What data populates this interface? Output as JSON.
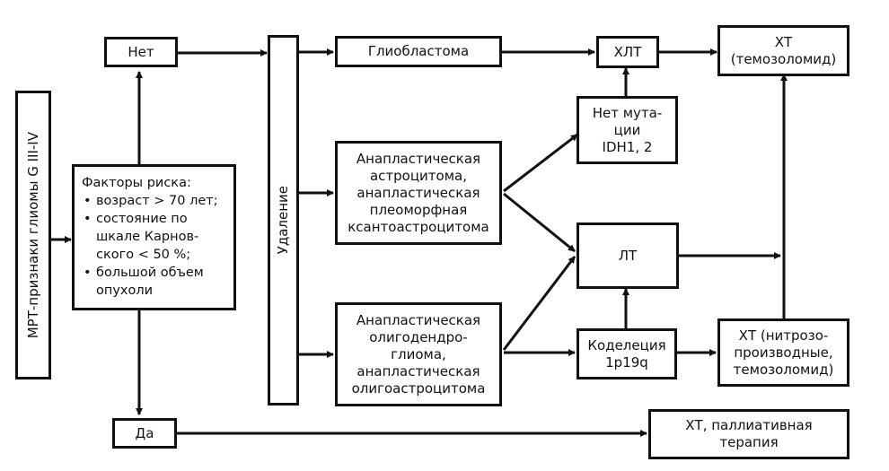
{
  "mri": "МРТ-признаки глиомы G III-IV",
  "risk": {
    "title": "Факторы риска:",
    "items": [
      "возраст > 70 лет;",
      "состояние по шкале Карнов-ского < 50 %;",
      "большой объем опухоли"
    ]
  },
  "no": "Нет",
  "yes": "Да",
  "resection": "Удаление",
  "gbm": "Глиобластома",
  "astro": "Анапластическая\nастроцитома,\nанапластическая\nплеоморфная\nксантоастроцитома",
  "oligo": "Анапластическая\nолигодендро-\nглиома,\nанапластическая\nолигоастроцитома",
  "crt": "ХЛТ",
  "ct_tmz": "ХТ\n(темозоломид)",
  "no_idh": "Нет мута-\nции\nIDH1, 2",
  "rt": "ЛТ",
  "codel": "Коделеция\n1p19q",
  "ct_nitro": "ХТ (нитрозо-\nпроизводные,\nтемозоломид)",
  "ct_pall": "ХТ, паллиативная\nтерапия"
}
